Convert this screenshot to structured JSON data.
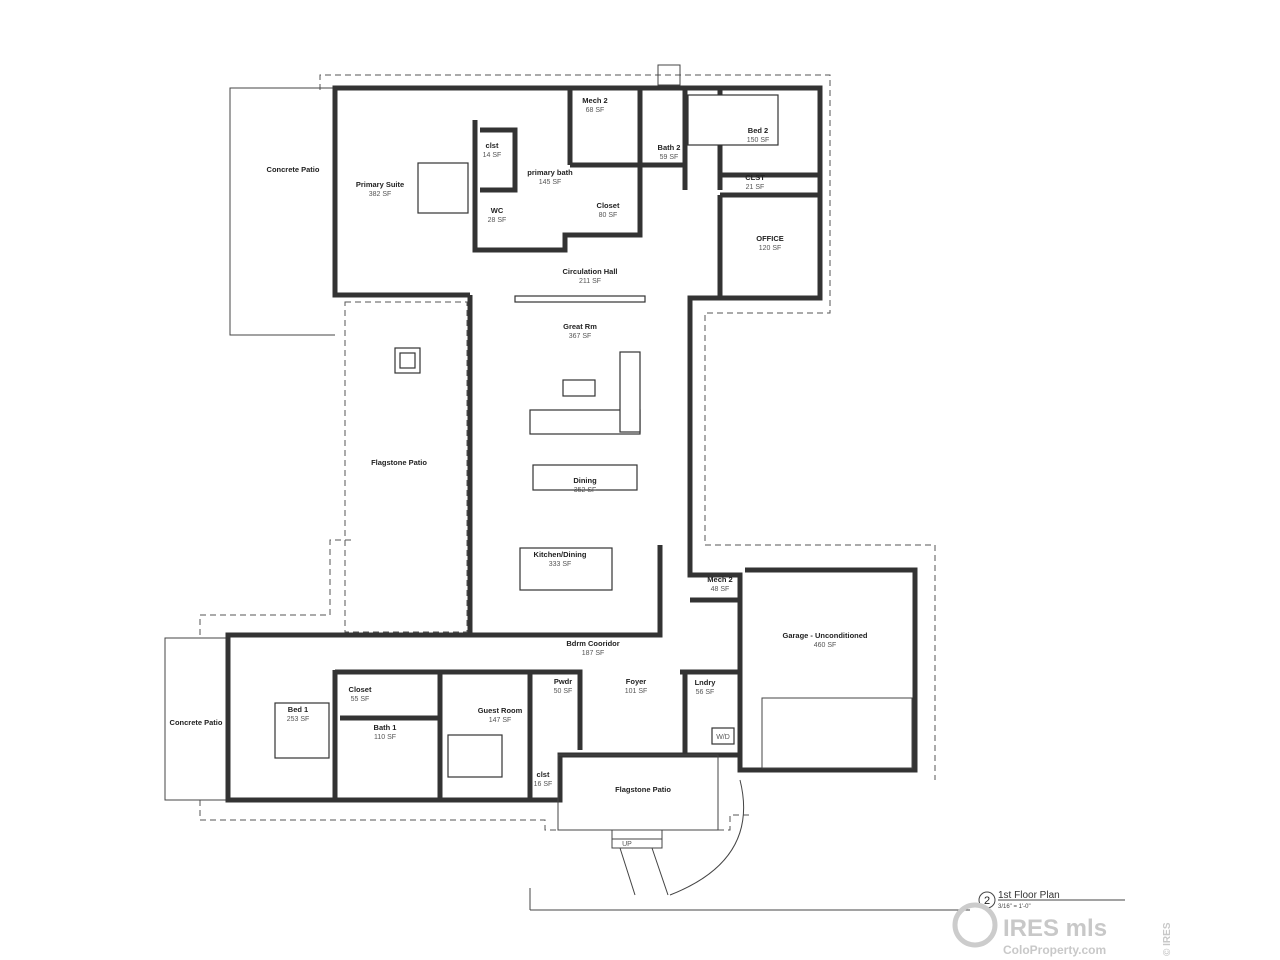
{
  "plan": {
    "title": "1st Floor Plan",
    "scale": "3/16\" = 1'-0\"",
    "view_number": "2",
    "rooms": [
      {
        "name": "Concrete Patio",
        "area": ""
      },
      {
        "name": "Primary Suite",
        "area": "382 SF"
      },
      {
        "name": "clst",
        "area": "14 SF"
      },
      {
        "name": "primary bath",
        "area": "145 SF"
      },
      {
        "name": "WC",
        "area": "28 SF"
      },
      {
        "name": "Mech 2",
        "area": "68 SF"
      },
      {
        "name": "Closet",
        "area": "80 SF"
      },
      {
        "name": "Bath 2",
        "area": "59 SF"
      },
      {
        "name": "Bed 2",
        "area": "150 SF"
      },
      {
        "name": "CLST",
        "area": "21 SF"
      },
      {
        "name": "OFFICE",
        "area": "120 SF"
      },
      {
        "name": "Circulation Hall",
        "area": "211 SF"
      },
      {
        "name": "Great Rm",
        "area": "367 SF"
      },
      {
        "name": "Flagstone Patio",
        "area": ""
      },
      {
        "name": "Dining",
        "area": "352 SF"
      },
      {
        "name": "Kitchen/Dining",
        "area": "333 SF"
      },
      {
        "name": "Mech 2",
        "area": "48 SF"
      },
      {
        "name": "Garage - Unconditioned",
        "area": "460 SF"
      },
      {
        "name": "Bdrm Cooridor",
        "area": "187 SF"
      },
      {
        "name": "Concrete Patio",
        "area": ""
      },
      {
        "name": "Closet",
        "area": "55 SF"
      },
      {
        "name": "Bed 1",
        "area": "253 SF"
      },
      {
        "name": "Bath 1",
        "area": "110 SF"
      },
      {
        "name": "Guest Room",
        "area": "147 SF"
      },
      {
        "name": "Pwdr",
        "area": "50 SF"
      },
      {
        "name": "Foyer",
        "area": "101 SF"
      },
      {
        "name": "Lndry",
        "area": "56 SF"
      },
      {
        "name": "clst",
        "area": "16 SF"
      },
      {
        "name": "Flagstone Patio",
        "area": ""
      }
    ],
    "annotations": {
      "wd": "W/D",
      "stair_up": "UP"
    }
  },
  "watermark": {
    "brand": "IRES mls",
    "site": "ColoProperty.com",
    "copyright": "© IRES"
  }
}
